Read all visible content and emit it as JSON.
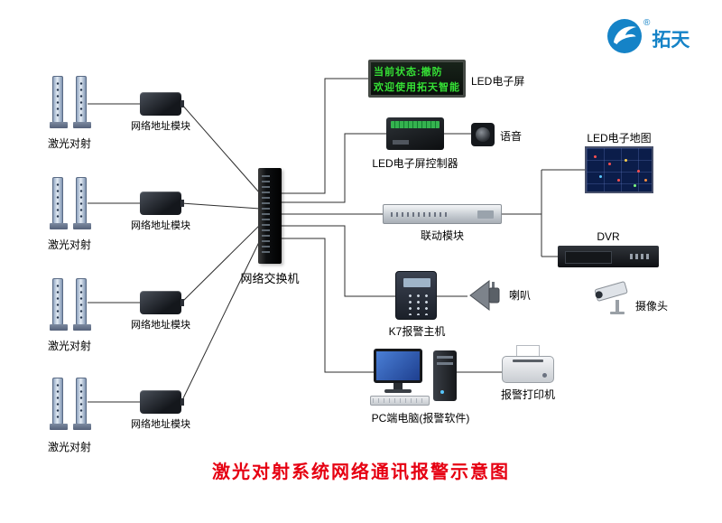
{
  "colors": {
    "title": "#e60012",
    "led": "#35e035",
    "brand": "#1583c7"
  },
  "logo": {
    "brand": "拓天",
    "registered": "®"
  },
  "title": "激光对射系统网络通讯报警示意图",
  "laser_groups": [
    {
      "label": "激光对射",
      "module_label": "网络地址模块"
    },
    {
      "label": "激光对射",
      "module_label": "网络地址模块"
    },
    {
      "label": "激光对射",
      "module_label": "网络地址模块"
    },
    {
      "label": "激光对射",
      "module_label": "网络地址模块"
    }
  ],
  "switch": {
    "label": "网络交换机"
  },
  "led_screen": {
    "label": "LED电子屏",
    "status_line1": "当前状态:撤防",
    "status_line2": "欢迎使用拓天智能"
  },
  "controller": {
    "label": "LED电子屏控制器"
  },
  "voice": {
    "label": "语音"
  },
  "linkage": {
    "label": "联动模块"
  },
  "map": {
    "label": "LED电子地图"
  },
  "dvr": {
    "label": "DVR"
  },
  "camera": {
    "label": "摄像头"
  },
  "k7": {
    "label": "K7报警主机"
  },
  "horn": {
    "label": "喇叭"
  },
  "pc": {
    "label": "PC端电脑(报警软件)"
  },
  "printer": {
    "label": "报警打印机"
  }
}
